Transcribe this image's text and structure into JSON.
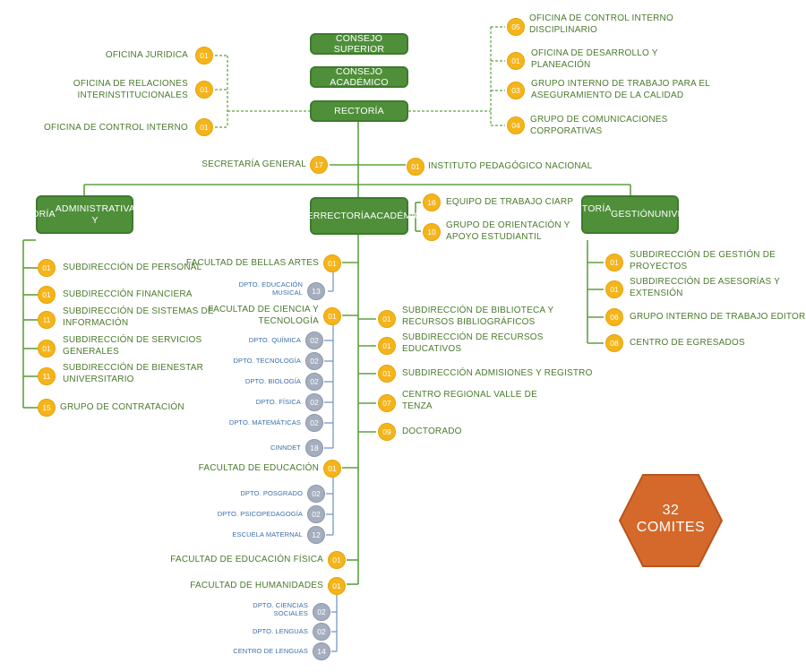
{
  "top_boxes": {
    "consejo_superior": "CONSEJO SUPERIOR",
    "consejo_academico": "CONSEJO ACADÉMICO",
    "rectoria": "RECTORÍA"
  },
  "rectoria_left": [
    {
      "label": "OFICINA JURIDICA",
      "count": "01"
    },
    {
      "label": "OFICINA DE RELACIONES\nINTERINSTITUCIONALES",
      "count": "01"
    },
    {
      "label": "OFICINA DE CONTROL INTERNO",
      "count": "01"
    }
  ],
  "rectoria_right": [
    {
      "label": "OFICINA DE CONTROL INTERNO\nDISCIPLINARIO",
      "count": "05"
    },
    {
      "label": "OFICINA DE DESARROLLO Y\nPLANEACIÓN",
      "count": "01"
    },
    {
      "label": "GRUPO INTERNO DE TRABAJO PARA EL\nASEGURAMIENTO DE LA CALIDAD",
      "count": "03"
    },
    {
      "label": "GRUPO DE COMUNICACIONES\nCORPORATIVAS",
      "count": "04"
    }
  ],
  "secretaria": {
    "label": "SECRETARÍA GENERAL",
    "count": "17"
  },
  "instituto": {
    "label": "INSTITUTO PEDAGÓGICO NACIONAL",
    "count": "01"
  },
  "vice_admin": {
    "title": "VICERRECTORÍA\nADMINISTRATIVA Y\nFINANCIERA",
    "items": [
      {
        "label": "SUBDIRECCIÓN DE PERSONAL",
        "count": "01"
      },
      {
        "label": "SUBDIRECCIÓN FINANCIERA",
        "count": "01"
      },
      {
        "label": "SUBDIRECCIÓN DE SISTEMAS DE\nINFORMACIÓN",
        "count": "11"
      },
      {
        "label": "SUBDIRECCIÓN DE SERVICIOS\nGENERALES",
        "count": "01"
      },
      {
        "label": "SUBDIRECCIÓN DE BIENESTAR\nUNIVERSITARIO",
        "count": "11"
      },
      {
        "label": "GRUPO DE CONTRATACIÓN",
        "count": "15"
      }
    ]
  },
  "vice_acad": {
    "title": "VICERRECTORÍA\nACADÉMICA",
    "side": [
      {
        "label": "EQUIPO DE TRABAJO CIARP",
        "count": "16"
      },
      {
        "label": "GRUPO DE ORIENTACIÓN Y\nAPOYO ESTUDIANTIL",
        "count": "10"
      }
    ],
    "right_items": [
      {
        "label": "SUBDIRECCIÓN DE BIBLIOTECA Y\nRECURSOS BIBLIOGRÁFICOS",
        "count": "01"
      },
      {
        "label": "SUBDIRECCIÓN DE RECURSOS\nEDUCATIVOS",
        "count": "01"
      },
      {
        "label": "SUBDIRECCIÓN ADMISIONES Y REGISTRO",
        "count": "01"
      },
      {
        "label": "CENTRO REGIONAL VALLE DE\nTENZA",
        "count": "07"
      },
      {
        "label": "DOCTORADO",
        "count": "09"
      }
    ],
    "facultades": [
      {
        "label": "FACULTAD DE BELLAS ARTES",
        "count": "01",
        "depts": [
          {
            "label": "DPTO. EDUCACIÓN\nMUSICAL",
            "count": "13"
          }
        ]
      },
      {
        "label": "FACULTAD DE CIENCIA Y\nTECNOLOGÍA",
        "count": "01",
        "depts": [
          {
            "label": "DPTO. QUÍMICA",
            "count": "02"
          },
          {
            "label": "DPTO. TECNOLOGÍA",
            "count": "02"
          },
          {
            "label": "DPTO. BIOLOGÍA",
            "count": "02"
          },
          {
            "label": "DPTO. FÍSICA",
            "count": "02"
          },
          {
            "label": "DPTO. MATEMÁTICAS",
            "count": "02"
          },
          {
            "label": "CINNDET",
            "count": "18"
          }
        ]
      },
      {
        "label": "FACULTAD DE  EDUCACIÓN",
        "count": "01",
        "depts": [
          {
            "label": "DPTO. POSGRADO",
            "count": "02"
          },
          {
            "label": "DPTO. PSICOPEDAGOGÍA",
            "count": "02"
          },
          {
            "label": "ESCUELA MATERNAL",
            "count": "12"
          }
        ]
      },
      {
        "label": "FACULTAD DE  EDUCACIÓN FÍSICA",
        "count": "01",
        "depts": []
      },
      {
        "label": "FACULTAD DE HUMANIDADES",
        "count": "01",
        "depts": [
          {
            "label": "DPTO. CIENCIAS\nSOCIALES",
            "count": "02"
          },
          {
            "label": "DPTO. LENGUAS",
            "count": "02"
          },
          {
            "label": "CENTRO DE LENGUAS",
            "count": "14"
          }
        ]
      }
    ]
  },
  "vice_gestion": {
    "title": "VICERRECTORÍA DE\nGESTIÓN\nUNIVERSITARIA",
    "items": [
      {
        "label": "SUBDIRECCIÓN DE GESTIÓN DE\nPROYECTOS",
        "count": "01"
      },
      {
        "label": "SUBDIRECCIÓN DE ASESORÍAS Y\nEXTENSIÓN",
        "count": "01"
      },
      {
        "label": "GRUPO INTERNO DE TRABAJO EDITORIAL",
        "count": "06"
      },
      {
        "label": "CENTRO DE EGRESADOS",
        "count": "08"
      }
    ]
  },
  "comites": {
    "count": "32",
    "label": "COMITES",
    "color": "#d4692b"
  },
  "colors": {
    "box_green": "#4f8f3a",
    "line_green": "#5ea23f",
    "badge_yellow": "#f4b41a",
    "badge_gray": "#a4aebe",
    "dept_line_blue": "#6b8fc4",
    "dept_text_blue": "#3b6ea8",
    "label_green": "#4b7a2c"
  }
}
